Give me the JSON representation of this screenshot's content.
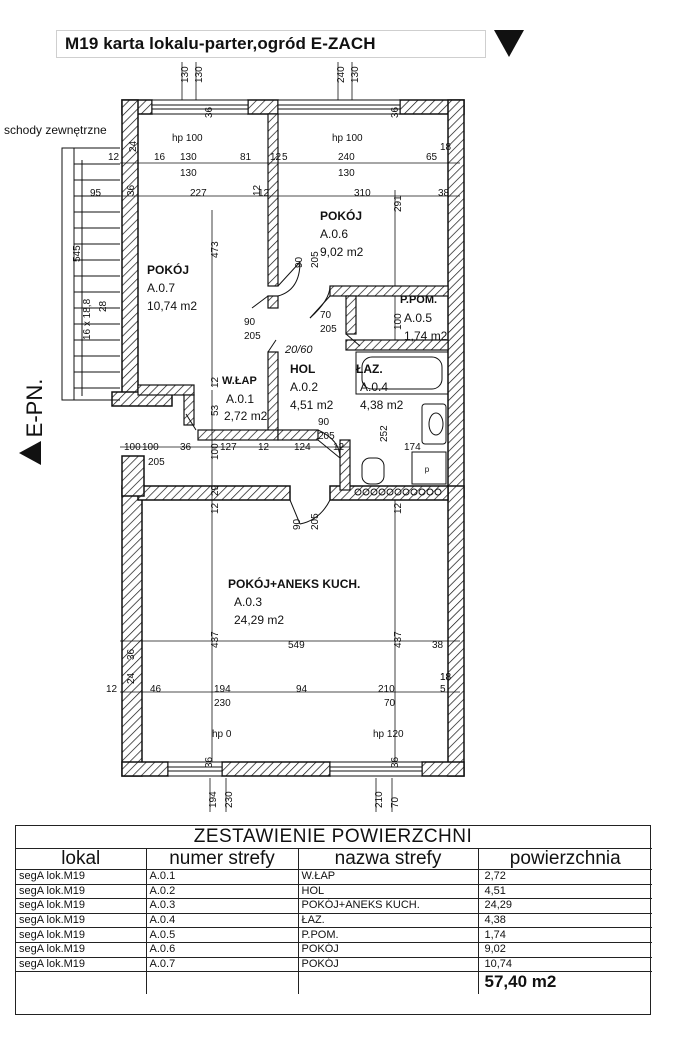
{
  "header": {
    "title": "M19 karta lokalu-parter,ogród E-ZACH",
    "orientation_label": "E-PN.",
    "stairs_label": "schody zewnętrzne"
  },
  "rooms": [
    {
      "name": "POKÓJ",
      "code": "A.0.6",
      "area": "9,02 m2"
    },
    {
      "name": "POKÓJ",
      "code": "A.0.7",
      "area": "10,74 m2"
    },
    {
      "name": "P.POM.",
      "code": "A.0.5",
      "area": "1,74 m2"
    },
    {
      "name": "HOL",
      "code": "A.0.2",
      "area": "4,51 m2"
    },
    {
      "name": "ŁAZ.",
      "code": "A.0.4",
      "area": "4,38 m2"
    },
    {
      "name": "W.ŁAP",
      "code": "A.0.1",
      "area": "2,72 m2"
    },
    {
      "name": "POKÓJ+ANEKS KUCH.",
      "code": "A.0.3",
      "area": "24,29 m2"
    }
  ],
  "plan_notes": {
    "hp_top_left": "hp 100",
    "hp_top_right": "hp 100",
    "hp_bottom_left": "hp 0",
    "hp_bottom_right": "hp 120",
    "stairs_steps": "16 x 18,8",
    "stairs_len": "545",
    "stairs_step_depth": "28",
    "stairs_width": "95",
    "door_ratio": "20/60"
  },
  "dimensions": {
    "top": [
      "130",
      "130",
      "240",
      "130"
    ],
    "row1": [
      "12",
      "16",
      "130",
      "81",
      "12",
      "5",
      "240",
      "65",
      "18"
    ],
    "row1b": [
      "130",
      "130"
    ],
    "row2": [
      "24",
      "227",
      "12",
      "310",
      "38",
      "36"
    ],
    "vertical": [
      "473",
      "291",
      "100",
      "252",
      "53",
      "100",
      "29",
      "12",
      "12",
      "12",
      "437",
      "437"
    ],
    "doors": [
      "90",
      "205",
      "90",
      "205",
      "70",
      "205",
      "90",
      "205",
      "90",
      "205"
    ],
    "mid": [
      "100",
      "100",
      "36",
      "127",
      "12",
      "124",
      "12",
      "174",
      "205"
    ],
    "row5": [
      "549",
      "38",
      "36"
    ],
    "row6": [
      "12",
      "46",
      "194",
      "94",
      "210",
      "5",
      "24",
      "18"
    ],
    "row6b": [
      "230",
      "70"
    ],
    "bottom": [
      "194",
      "230",
      "210",
      "70"
    ],
    "wall": [
      "36",
      "36",
      "36",
      "36"
    ],
    "misc": [
      "18",
      "12"
    ]
  },
  "summary": {
    "title": "ZESTAWIENIE POWIERZCHNI",
    "columns": [
      "lokal",
      "numer strefy",
      "nazwa strefy",
      "powierzchnia"
    ],
    "rows": [
      [
        "segA lok.M19",
        "A.0.1",
        "W.ŁAP",
        "2,72"
      ],
      [
        "segA lok.M19",
        "A.0.2",
        "HOL",
        "4,51"
      ],
      [
        "segA lok.M19",
        "A.0.3",
        "POKÓJ+ANEKS KUCH.",
        "24,29"
      ],
      [
        "segA lok.M19",
        "A.0.4",
        "ŁAZ.",
        "4,38"
      ],
      [
        "segA lok.M19",
        "A.0.5",
        "P.POM.",
        "1,74"
      ],
      [
        "segA lok.M19",
        "A.0.6",
        "POKÓJ",
        "9,02"
      ],
      [
        "segA lok.M19",
        "A.0.7",
        "POKÓJ",
        "10,74"
      ]
    ],
    "total": "57,40 m2"
  }
}
